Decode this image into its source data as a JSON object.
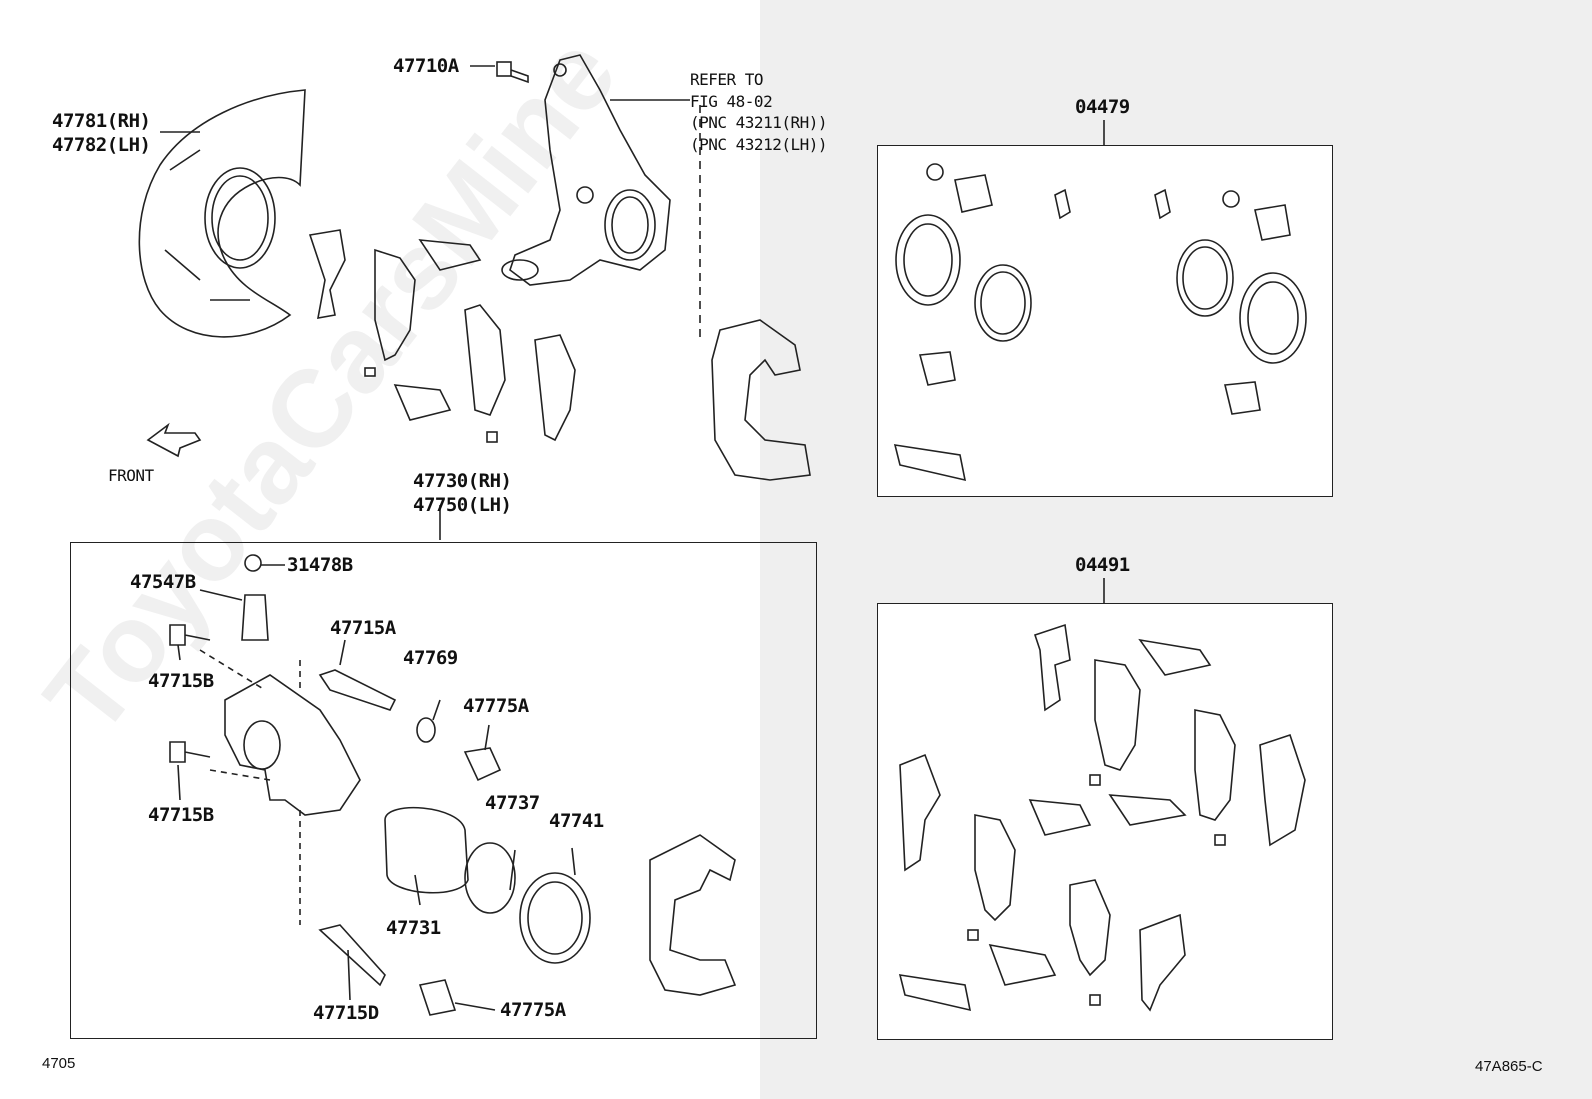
{
  "watermark": "ToyotaCarsMine",
  "labels": {
    "p47710A": "47710A",
    "refer1": "REFER TO",
    "refer2": "FIG 48-02",
    "refer3": "(PNC 43211(RH))",
    "refer4": "(PNC 43212(LH))",
    "p47781": "47781(RH)",
    "p47782": "47782(LH)",
    "front": "FRONT",
    "p47730": "47730(RH)",
    "p47750": "47750(LH)",
    "p31478B": "31478B",
    "p47547B": "47547B",
    "p47715B_1": "47715B",
    "p47715A": "47715A",
    "p47769": "47769",
    "p47775A_1": "47775A",
    "p47715B_2": "47715B",
    "p47737": "47737",
    "p47741": "47741",
    "p47731": "47731",
    "p47715D": "47715D",
    "p47775A_2": "47775A",
    "k04479": "04479",
    "k04491": "04491"
  },
  "footer": {
    "left_code": "4705",
    "right_code": "47A865-C"
  }
}
